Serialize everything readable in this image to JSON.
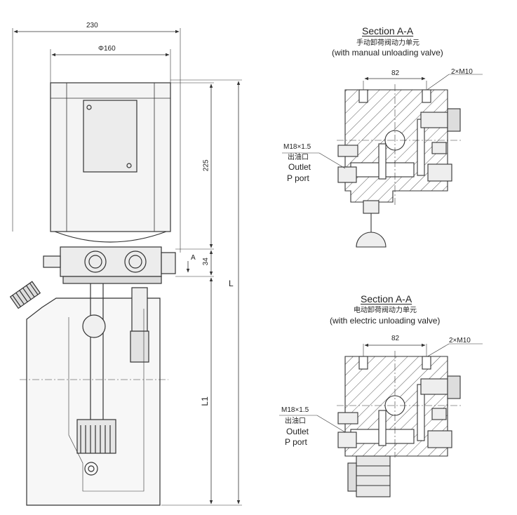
{
  "pump_unit": {
    "dim_overall_width": "230",
    "dim_motor_diameter": "Φ160",
    "dim_motor_height": "225",
    "dim_block_height": "34",
    "dim_total_length": "L",
    "dim_tank_length": "L1",
    "section_marker": "A"
  },
  "section_manual": {
    "title": "Section A-A",
    "subtitle_cn": "手动卸荷阀动力单元",
    "subtitle_en": "(with manual unloading valve)",
    "dim_bolt_spacing": "82",
    "bolt_spec": "2×M10",
    "outlet_thread": "M18×1.5",
    "outlet_cn": "出油口",
    "outlet_en": "Outlet",
    "port_label": "P port"
  },
  "section_electric": {
    "title": "Section A-A",
    "subtitle_cn": "电动卸荷阀动力单元",
    "subtitle_en": "(with electric unloading valve)",
    "dim_bolt_spacing": "82",
    "bolt_spec": "2×M10",
    "outlet_thread": "M18×1.5",
    "outlet_cn": "出油口",
    "outlet_en": "Outlet",
    "port_label": "P port"
  }
}
